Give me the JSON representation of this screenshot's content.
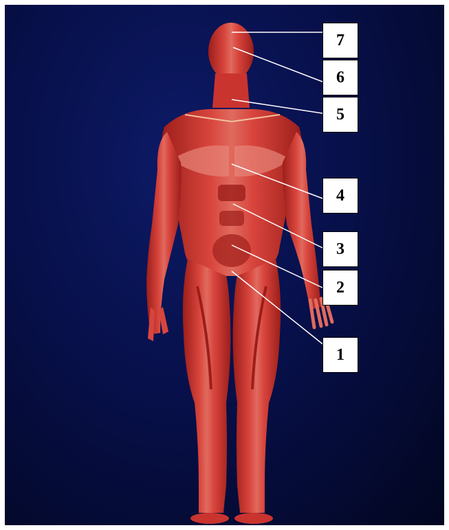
{
  "labels": [
    "7",
    "6",
    "5",
    "4",
    "3",
    "2",
    "1"
  ],
  "colors": {
    "background": "#07104a",
    "muscle": "#c8302c",
    "muscle_light": "#e06a5e",
    "muscle_dark": "#8e1714",
    "leader_line": "#ffffff"
  }
}
